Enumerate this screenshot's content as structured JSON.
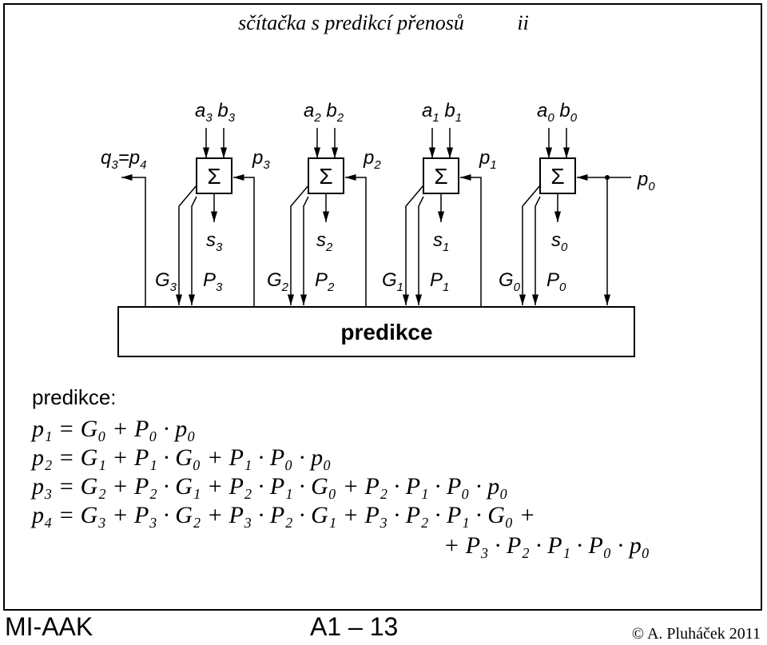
{
  "title": "sčítačka s predikcí přenosů",
  "page_marker": "ii",
  "diagram": {
    "inputs": [
      "a3 b3",
      "a2 b2",
      "a1 b1",
      "a0 b0"
    ],
    "sum_symbol": "Σ",
    "sums": [
      "s3",
      "s2",
      "s1",
      "s0"
    ],
    "carries": [
      "p3",
      "p2",
      "p1"
    ],
    "carry_in": "p0",
    "carry_out": "q3=p4",
    "gp": [
      [
        "G3",
        "P3"
      ],
      [
        "G2",
        "P2"
      ],
      [
        "G1",
        "P1"
      ],
      [
        "G0",
        "P0"
      ]
    ],
    "block_label": "predikce"
  },
  "predikce_label": "predikce:",
  "equations": [
    "p₁ = G₀ + P₀ · p₀",
    "p₂ = G₁ + P₁ · G₀ + P₁ · P₀ · p₀",
    "p₃ = G₂ + P₂ · G₁ + P₂ · P₁ · G₀ + P₂ · P₁ · P₀ · p₀",
    "p₄ = G₃ + P₃ · G₂ + P₃ · P₂ · G₁ + P₃ · P₂ · P₁ · G₀ +",
    "+ P₃ · P₂ · P₁ · P₀ · p₀"
  ],
  "footer": {
    "left": "MI-AAK",
    "center": "A1 – 13",
    "right": "© A. Pluháček 2011"
  }
}
